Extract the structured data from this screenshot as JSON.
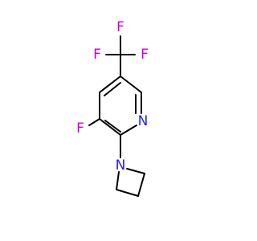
{
  "molecule": {
    "atoms": [
      {
        "id": "F1",
        "label": "F",
        "color": "#cc00cc"
      },
      {
        "id": "F2",
        "label": "F",
        "color": "#cc00cc"
      },
      {
        "id": "F3",
        "label": "F",
        "color": "#cc00cc"
      },
      {
        "id": "N1",
        "label": "N",
        "color": "#2020ff"
      },
      {
        "id": "F4",
        "label": "F",
        "color": "#cc00cc"
      },
      {
        "id": "N2",
        "label": "N",
        "color": "#2020ff"
      }
    ],
    "bond_color": "#000000"
  }
}
